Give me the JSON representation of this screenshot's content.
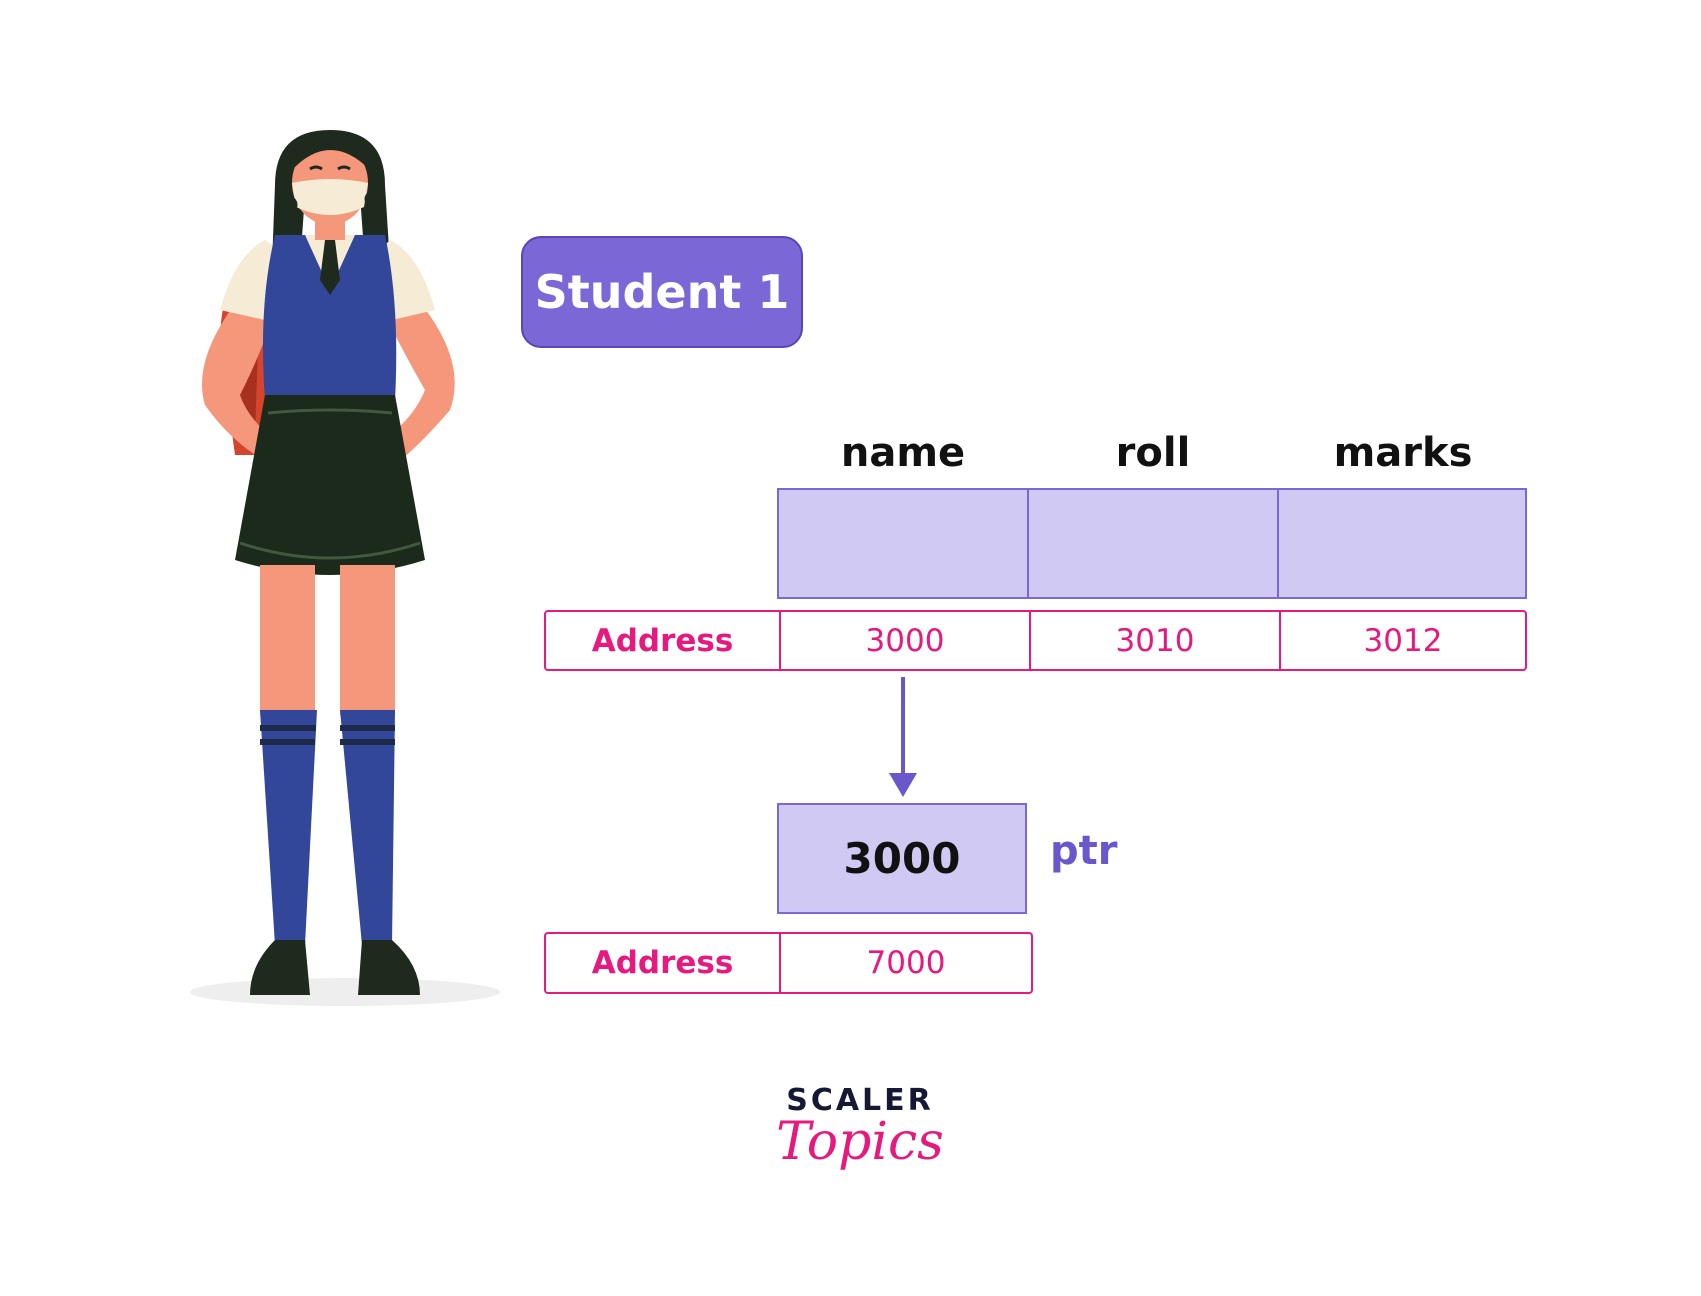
{
  "diagram": {
    "title": "Student 1",
    "fields": [
      "name",
      "roll",
      "marks"
    ],
    "address_label": "Address",
    "field_addresses": [
      "3000",
      "3010",
      "3012"
    ],
    "pointer": {
      "value": "3000",
      "name": "ptr",
      "address_label": "Address",
      "address": "7000"
    }
  },
  "logo": {
    "line1": "SCALER",
    "line2": "Topics"
  },
  "colors": {
    "accent_purple": "#7b68d6",
    "cell_fill": "#cfc9f3",
    "address_pink": "#e6197f"
  },
  "illustration": {
    "icon": "student-figure-icon"
  }
}
